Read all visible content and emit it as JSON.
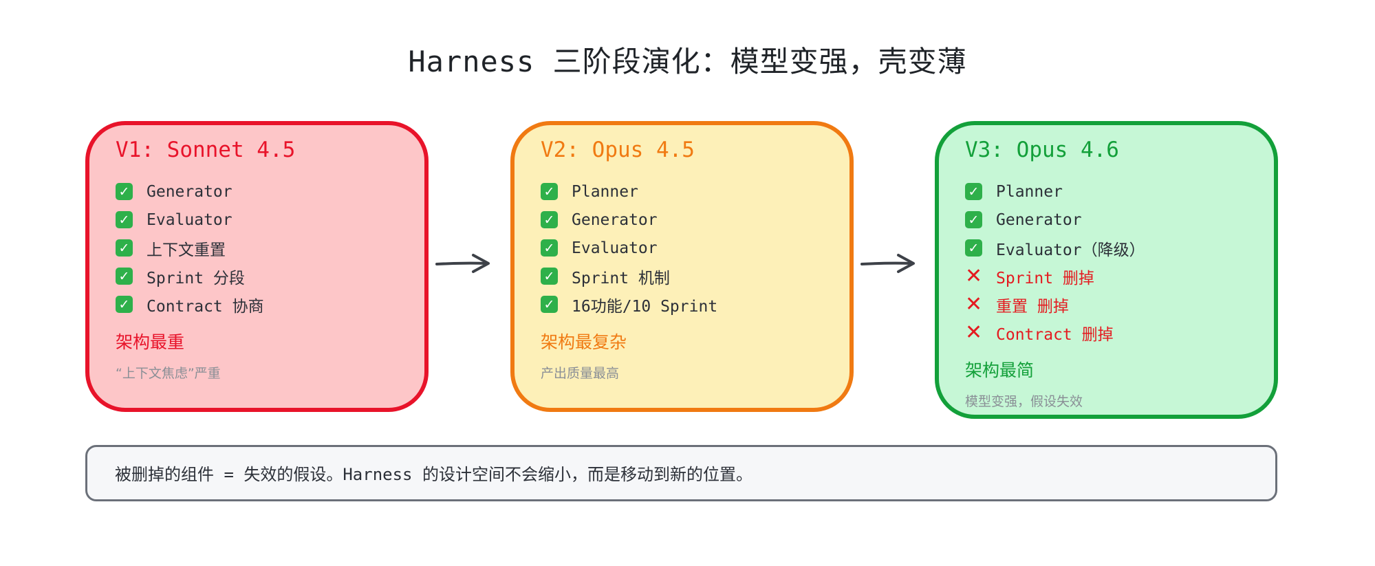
{
  "title": "Harness 三阶段演化：模型变强，壳变薄",
  "colors": {
    "v1_border": "#e8132a",
    "v1_fill": "#fdc6c8",
    "v1_text": "#e8132a",
    "v2_border": "#f07a12",
    "v2_fill": "#fdf0b8",
    "v2_text": "#f07a12",
    "v3_border": "#13a03a",
    "v3_fill": "#c6f7d6",
    "v3_text": "#13a03a",
    "check": "#2eb04a",
    "cross": "#e41b20",
    "footer_border": "#6b7079"
  },
  "stages": [
    {
      "title": "V1: Sonnet 4.5",
      "items": [
        {
          "label": "Generator",
          "status": "check"
        },
        {
          "label": "Evaluator",
          "status": "check"
        },
        {
          "label": "上下文重置",
          "status": "check"
        },
        {
          "label": "Sprint 分段",
          "status": "check"
        },
        {
          "label": "Contract 协商",
          "status": "check"
        }
      ],
      "verdict": "架构最重",
      "note": "“上下文焦虑”严重"
    },
    {
      "title": "V2: Opus 4.5",
      "items": [
        {
          "label": "Planner",
          "status": "check"
        },
        {
          "label": "Generator",
          "status": "check"
        },
        {
          "label": "Evaluator",
          "status": "check"
        },
        {
          "label": "Sprint 机制",
          "status": "check"
        },
        {
          "label": "16功能/10 Sprint",
          "status": "check"
        }
      ],
      "verdict": "架构最复杂",
      "note": "产出质量最高"
    },
    {
      "title": "V3: Opus 4.6",
      "items": [
        {
          "label": "Planner",
          "status": "check"
        },
        {
          "label": "Generator",
          "status": "check"
        },
        {
          "label": "Evaluator（降级）",
          "status": "check"
        },
        {
          "label": "Sprint 删掉",
          "status": "cross"
        },
        {
          "label": "重置 删掉",
          "status": "cross"
        },
        {
          "label": "Contract 删掉",
          "status": "cross"
        }
      ],
      "verdict": "架构最简",
      "note": "模型变强，假设失效"
    }
  ],
  "icons": {
    "check": "✓",
    "cross": "✕",
    "arrow": "arrow-right-icon"
  },
  "footer": "被删掉的组件 = 失效的假设。Harness 的设计空间不会缩小，而是移动到新的位置。"
}
